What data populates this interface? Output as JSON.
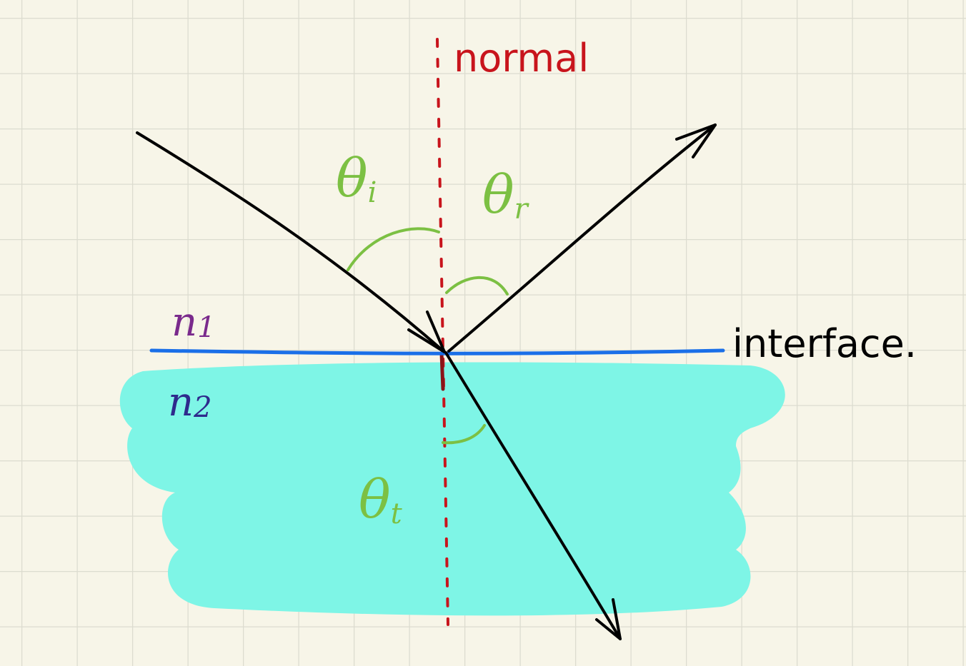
{
  "colors": {
    "paper": "#f7f5e8",
    "grid": "#dcdccf",
    "water": "#7ef5e6",
    "interface_line": "#1a6fe8",
    "normal_line": "#c8141c",
    "rays": "#000000",
    "angles": "#7cc043",
    "n1": "#7a2a8c",
    "n2": "#2e2a8c"
  },
  "labels": {
    "normal": "normal",
    "interface": "interface.",
    "theta_i": {
      "symbol": "θ",
      "sub": "i"
    },
    "theta_r": {
      "symbol": "θ",
      "sub": "r"
    },
    "theta_t": {
      "symbol": "θ",
      "sub": "t"
    },
    "n1": {
      "symbol": "n",
      "sub": "1"
    },
    "n2": {
      "symbol": "n",
      "sub": "2"
    }
  },
  "elements": {
    "incident_ray": "arrow-icon",
    "reflected_ray": "arrow-icon",
    "transmitted_ray": "arrow-icon",
    "normal_line": "dashed-line",
    "interface_line": "solid-line"
  }
}
